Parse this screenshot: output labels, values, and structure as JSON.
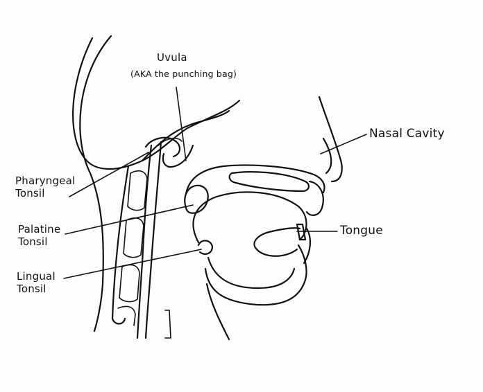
{
  "labels": {
    "uvula_title": "Uvula",
    "uvula_note": "(AKA the punching bag)",
    "nasal_cavity": "Nasal Cavity",
    "pharyngeal_line1": "Pharyngeal",
    "pharyngeal_line2": "Tonsil",
    "palatine_line1": "Palatine",
    "palatine_line2": "Tonsil",
    "tongue": "Tongue",
    "lingual_line1": "Lingual",
    "lingual_line2": "Tonsil"
  },
  "colors": {
    "ink": "#111111",
    "paper": "#fdfdfd"
  }
}
